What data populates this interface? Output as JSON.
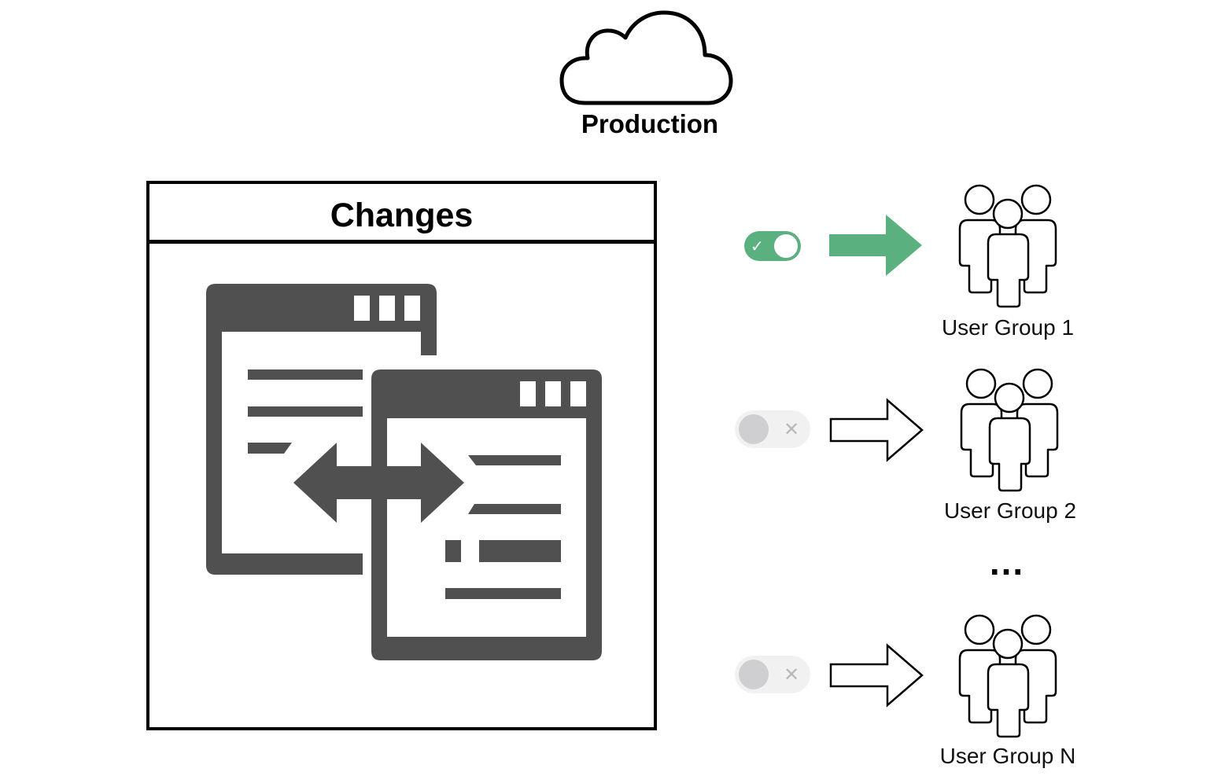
{
  "production": {
    "label": "Production"
  },
  "changes": {
    "title": "Changes"
  },
  "toggles": [
    {
      "state": "on",
      "color": "#5ab07f",
      "symbol": "✓"
    },
    {
      "state": "off",
      "color": "#cfcfd1",
      "symbol": "✕"
    },
    {
      "state": "off",
      "color": "#cfcfd1",
      "symbol": "✕"
    }
  ],
  "arrows": [
    {
      "style": "filled",
      "color": "#5ab07f"
    },
    {
      "style": "outline",
      "color": "#000000"
    },
    {
      "style": "outline",
      "color": "#000000"
    }
  ],
  "groups": [
    {
      "label": "User Group 1"
    },
    {
      "label": "User Group 2"
    },
    {
      "label": "User Group N"
    }
  ],
  "ellipsis": "...",
  "colors": {
    "illustration": "#505050",
    "accent": "#5ab07f"
  }
}
